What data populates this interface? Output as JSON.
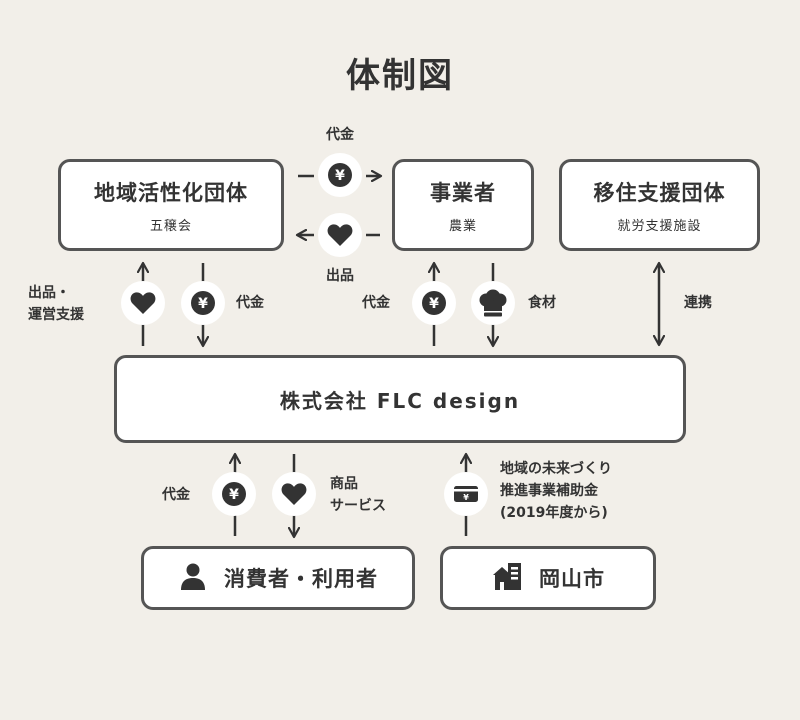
{
  "title": "体制図",
  "nodes": {
    "local_group": {
      "name": "地域活性化団体",
      "sub": "五穣会"
    },
    "business": {
      "name": "事業者",
      "sub": "農業"
    },
    "migration": {
      "name": "移住支援団体",
      "sub": "就労支援施設"
    },
    "company": {
      "name": "株式会社 FLC design"
    },
    "consumers": {
      "name": "消費者・利用者"
    },
    "city": {
      "name": "岡山市"
    }
  },
  "labels": {
    "top_payment": "代金",
    "top_product": "出品",
    "left_product_support": "出品・\n運営支援",
    "left_payment": "代金",
    "biz_payment": "代金",
    "biz_ingredients": "食材",
    "cooperation": "連携",
    "consumer_payment": "代金",
    "consumer_goods": "商品\nサービス",
    "subsidy": "地域の未来づくり\n推進事業補助金\n(2019年度から)"
  },
  "icons": {
    "yen": "yen-coin-icon",
    "heart": "heart-icon",
    "chef": "chef-hat-icon",
    "person": "person-icon",
    "building": "building-icon",
    "money": "money-bill-icon"
  },
  "colors": {
    "background": "#f2efe9",
    "border": "#555555",
    "icon": "#333333"
  }
}
